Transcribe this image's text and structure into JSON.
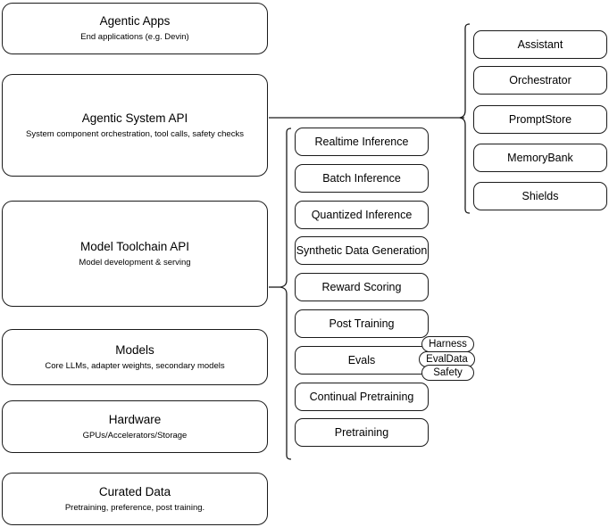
{
  "diagram": {
    "title": "AI Stack Layers Architecture Diagram",
    "accent_color": "#1a1a1a",
    "background_color": "#ffffff"
  },
  "layers": [
    {
      "id": "agentic-apps",
      "title": "Agentic Apps",
      "subtitle": "End applications (e.g. Devin)"
    },
    {
      "id": "agentic-system-api",
      "title": "Agentic System API",
      "subtitle": "System component orchestration, tool calls, safety checks"
    },
    {
      "id": "model-toolchain-api",
      "title": "Model Toolchain API",
      "subtitle": "Model development & serving"
    },
    {
      "id": "models",
      "title": "Models",
      "subtitle": "Core LLMs, adapter weights, secondary models"
    },
    {
      "id": "hardware",
      "title": "Hardware",
      "subtitle": "GPUs/Accelerators/Storage"
    },
    {
      "id": "curated-data",
      "title": "Curated Data",
      "subtitle": "Pretraining, preference, post training."
    }
  ],
  "toolchain_items": [
    {
      "id": "realtime-inference",
      "label": "Realtime Inference"
    },
    {
      "id": "batch-inference",
      "label": "Batch Inference"
    },
    {
      "id": "quantized-inference",
      "label": "Quantized Inference"
    },
    {
      "id": "synthetic-data-generation",
      "label": "Synthetic Data Generation"
    },
    {
      "id": "reward-scoring",
      "label": "Reward Scoring"
    },
    {
      "id": "post-training",
      "label": "Post Training"
    },
    {
      "id": "evals",
      "label": "Evals"
    },
    {
      "id": "continual-pretraining",
      "label": "Continual Pretraining"
    },
    {
      "id": "pretraining",
      "label": "Pretraining"
    }
  ],
  "evals_badges": [
    {
      "id": "harness",
      "label": "Harness"
    },
    {
      "id": "evaldata",
      "label": "EvalData"
    },
    {
      "id": "safety",
      "label": "Safety"
    }
  ],
  "agentic_system_items": [
    {
      "id": "assistant",
      "label": "Assistant"
    },
    {
      "id": "orchestrator",
      "label": "Orchestrator"
    },
    {
      "id": "promptstore",
      "label": "PromptStore"
    },
    {
      "id": "memorybank",
      "label": "MemoryBank"
    },
    {
      "id": "shields",
      "label": "Shields"
    }
  ]
}
